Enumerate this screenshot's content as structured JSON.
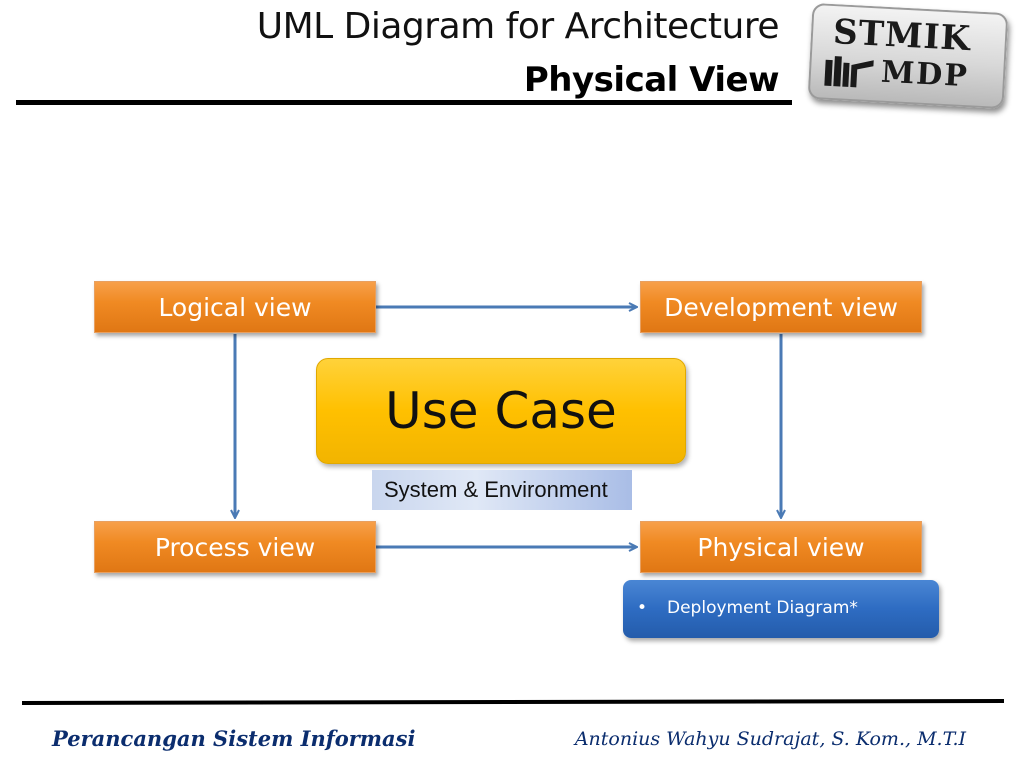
{
  "header": {
    "title": "UML Diagram for Architecture",
    "subtitle": "Physical View"
  },
  "logo": {
    "line1": "STMIK",
    "line2": "MDP"
  },
  "diagram": {
    "logical_view": "Logical view",
    "development_view": "Development view",
    "process_view": "Process view",
    "physical_view": "Physical view",
    "use_case": "Use Case",
    "environment_label": "System & Environment",
    "deployment_bullet": "•",
    "deployment_item": "Deployment Diagram*",
    "colors": {
      "view_box": "#f08a23",
      "use_case": "#ffc000",
      "deployment": "#2e6cc2",
      "arrow": "#4a7ab5"
    }
  },
  "footer": {
    "left": "Perancangan Sistem Informasi",
    "right": "Antonius Wahyu Sudrajat, S. Kom., M.T.I"
  }
}
